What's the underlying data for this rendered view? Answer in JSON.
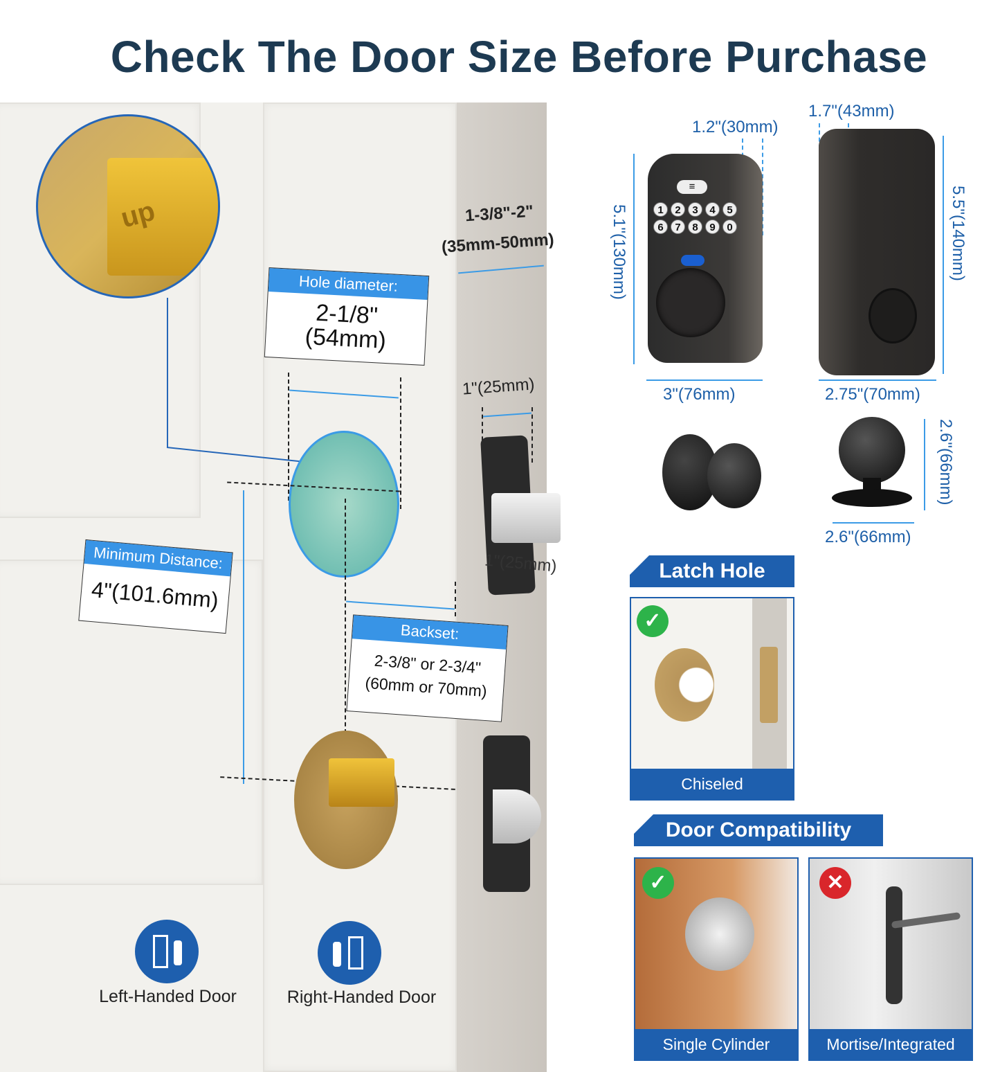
{
  "title": "Check The Door Size Before Purchase",
  "door_thickness": {
    "line1": "1-3/8\"-2\"",
    "line2": "(35mm-50mm)"
  },
  "hole_diameter": {
    "header": "Hole diameter:",
    "line1": "2-1/8\"",
    "line2": "(54mm)"
  },
  "latch_width": "1\"(25mm)",
  "latch_depth": "1\"(25mm)",
  "minimum_distance": {
    "header": "Minimum Distance:",
    "value": "4\"(101.6mm)"
  },
  "backset": {
    "header": "Backset:",
    "line1": "2-3/8\" or 2-3/4\"",
    "line2": "(60mm or 70mm)"
  },
  "logo_text": "up",
  "lock_dims": {
    "front_depth": "1.2\"(30mm)",
    "back_depth": "1.7\"(43mm)",
    "front_height": "5.1\"(130mm)",
    "back_height": "5.5\"(140mm)",
    "front_width": "3\"(76mm)",
    "back_width": "2.75\"(70mm)"
  },
  "keypad": {
    "keys": [
      "1",
      "2",
      "3",
      "4",
      "5",
      "6",
      "7",
      "8",
      "9",
      "0"
    ],
    "menu": "≡"
  },
  "knob_dims": {
    "height": "2.6\"(66mm)",
    "width": "2.6\"(66mm)"
  },
  "latch_hole": {
    "title": "Latch Hole",
    "caption": "Chiseled",
    "status": "check"
  },
  "door_compat": {
    "title": "Door Compatibility",
    "items": [
      {
        "caption": "Single Cylinder",
        "status": "check"
      },
      {
        "caption": "Mortise/Integrated",
        "status": "cross"
      }
    ]
  },
  "handedness": [
    {
      "label": "Left-Handed Door"
    },
    {
      "label": "Right-Handed Door"
    }
  ],
  "colors": {
    "title": "#1d3a52",
    "accent_blue": "#3894e6",
    "banner_blue": "#1e5fae",
    "check_green": "#2db34a",
    "cross_red": "#d9262b"
  }
}
